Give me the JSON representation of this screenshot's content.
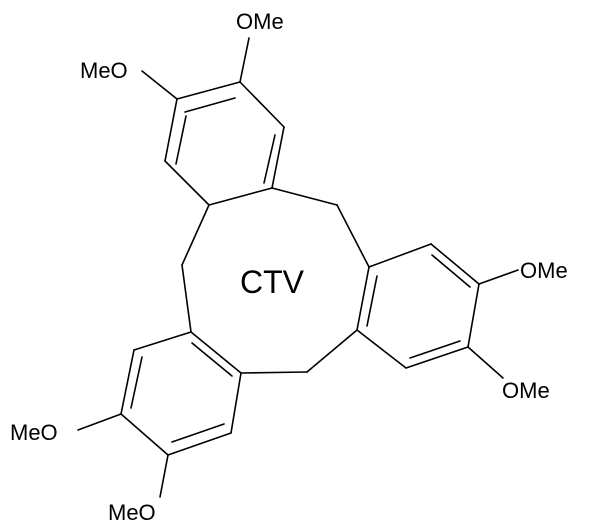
{
  "molecule": {
    "center_label": "CTV",
    "labels": {
      "top_omе": "OMe",
      "top_meo": "MeO",
      "right_upper": "OMe",
      "right_lower": "OMe",
      "left_lower": "MeO",
      "bottom": "MeO"
    }
  },
  "colors": {
    "line": "#000000",
    "background": "#ffffff"
  }
}
